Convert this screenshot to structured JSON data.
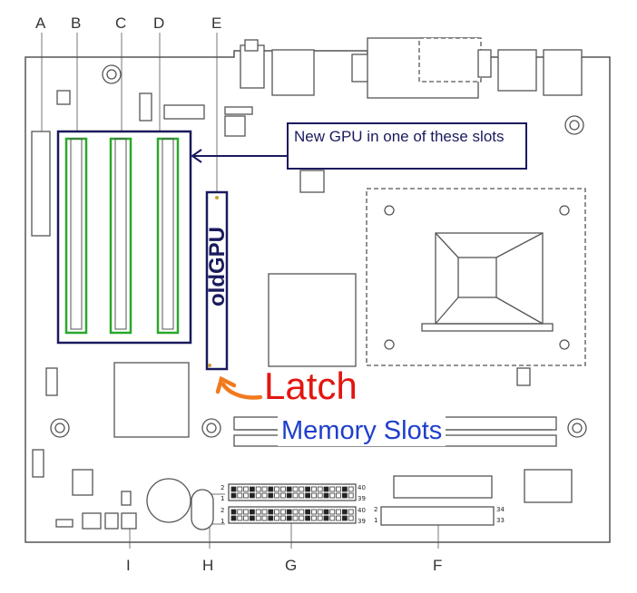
{
  "connector_labels": {
    "a": "A",
    "b": "B",
    "c": "C",
    "d": "D",
    "e": "E",
    "f": "F",
    "g": "G",
    "h": "H",
    "i": "I"
  },
  "callout_text": "New GPU in one of these slots",
  "old_gpu_label": "oldGPU",
  "latch_label": "Latch",
  "memory_label": "Memory Slots",
  "pins": {
    "g_top_left": "2",
    "g_top_right": "40",
    "g_row2_left": "1",
    "g_row2_right": "39",
    "g_row3_left": "2",
    "g_row3_right": "40",
    "g_bottom_left": "1",
    "g_bottom_right": "39",
    "f_top_left": "2",
    "f_top_right": "34",
    "f_bottom_left": "1",
    "f_bottom_right": "33"
  },
  "colors": {
    "board_outline": "#555555",
    "highlight_box": "#1a1a5e",
    "slot_green": "#2aa82a",
    "latch_red": "#e3150f",
    "latch_arrow": "#f07a1e",
    "memory_blue": "#1f3fcc"
  }
}
